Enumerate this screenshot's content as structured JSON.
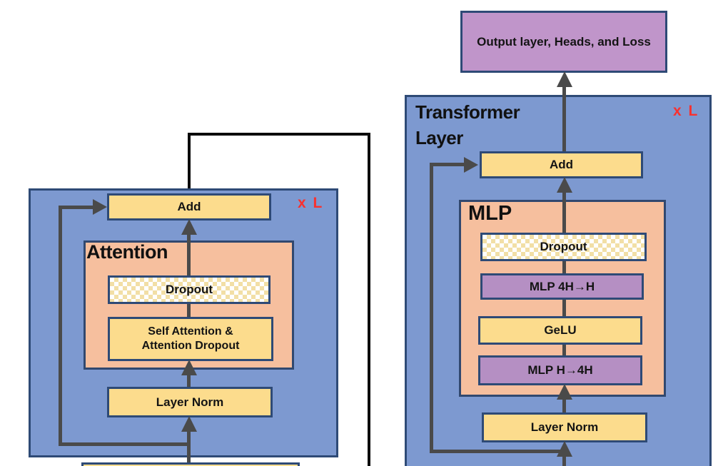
{
  "diagram": {
    "attention_block": {
      "title": "Attention",
      "repeat_label": "x L",
      "add": "Add",
      "dropout": "Dropout",
      "self_attention": "Self Attention & Attention Dropout",
      "layer_norm": "Layer Norm"
    },
    "transformer_block": {
      "output_box": "Output layer, Heads, and Loss",
      "title": "Transformer Layer",
      "repeat_label": "x L",
      "add": "Add",
      "mlp_title": "MLP",
      "dropout": "Dropout",
      "mlp_4h_to_h": "MLP 4H→H",
      "gelu": "GeLU",
      "mlp_h_to_4h": "MLP H→4H",
      "layer_norm": "Layer Norm"
    },
    "colors": {
      "panel_blue": "#7d99d0",
      "panel_pink": "#f6bf9e",
      "box_yellow": "#fcdc8d",
      "box_purple": "#b58fc3",
      "output_box_purple": "#c095ca",
      "border_navy": "#2e4a76",
      "arrow_gray": "#4a4a4a",
      "connector_black": "#0b0b0b",
      "repeat_label_red": "#f8312f",
      "dropout_checker_tint": "#f2dfa6"
    }
  }
}
